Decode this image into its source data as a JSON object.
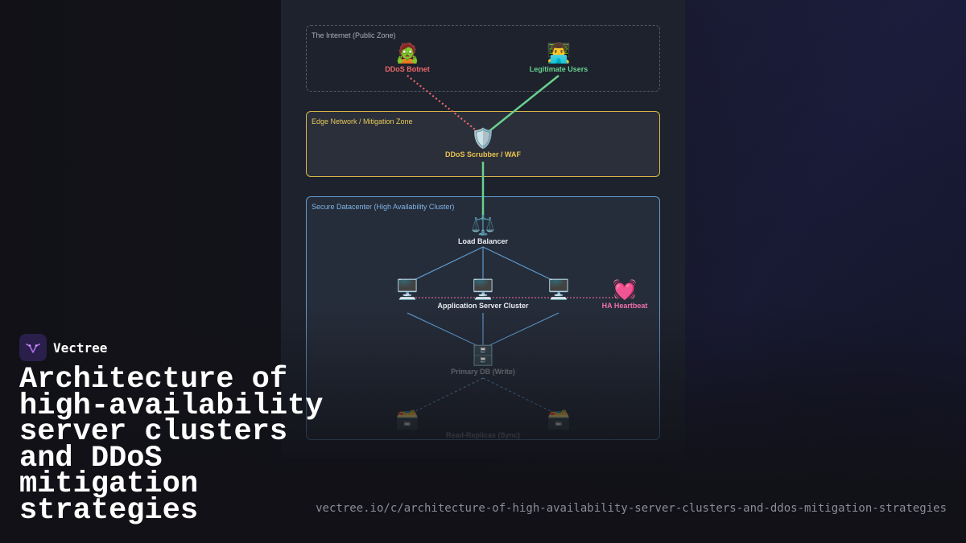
{
  "brand": {
    "name": "Vectree",
    "logo_icon": "vectree-logo-icon"
  },
  "headline": "Architecture of high-availability server clusters and DDoS mitigation strategies",
  "url": "vectree.io/c/architecture-of-high-availability-server-clusters-and-ddos-mitigation-strategies",
  "diagram": {
    "zones": {
      "internet": "The Internet (Public Zone)",
      "edge": "Edge Network / Mitigation Zone",
      "datacenter": "Secure Datacenter (High Availability Cluster)"
    },
    "nodes": {
      "botnet": {
        "icon": "🧟",
        "label": "DDoS Botnet"
      },
      "users": {
        "icon": "👨‍💻",
        "label": "Legitimate Users"
      },
      "scrubber": {
        "icon": "🛡️",
        "label": "DDoS Scrubber / WAF"
      },
      "balancer": {
        "icon": "⚖️",
        "label": "Load Balancer"
      },
      "app_server_icon": "🖥️",
      "app_cluster_label": "Application Server Cluster",
      "heartbeat": {
        "icon": "💓",
        "label": "HA Heartbeat"
      },
      "primary_db": {
        "icon": "🗄️",
        "label": "Primary DB (Write)"
      },
      "replica_icon": "🗃️",
      "replication_label": "Read-Replicas (Sync)"
    },
    "colors": {
      "attack": "#f06a6a",
      "legit": "#6ad08f",
      "edge": "#d9b84a",
      "datacenter": "#5f9bd0",
      "heartbeat": "#f070a8"
    }
  }
}
